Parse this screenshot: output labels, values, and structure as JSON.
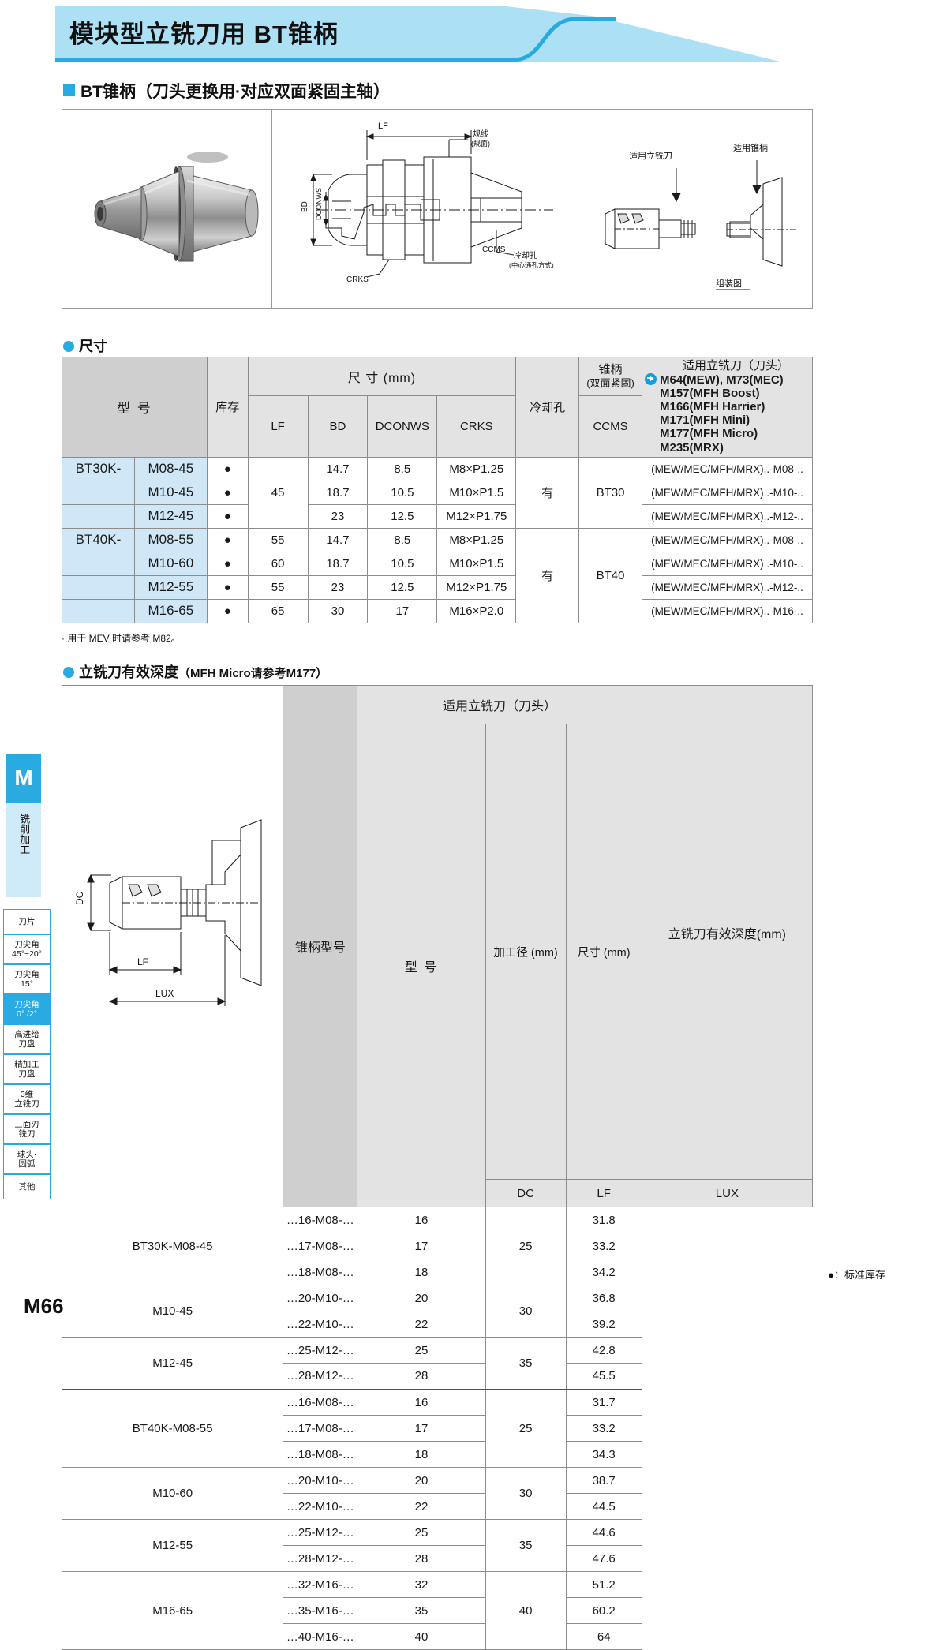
{
  "header": {
    "title": "模块型立铣刀用 BT锥柄",
    "accent": "#29abe2",
    "band_bg": "#ace0f4"
  },
  "section1": {
    "title": "BT锥柄（刀头更换用·对应双面紧固主轴）"
  },
  "figure_labels": {
    "lf": "LF",
    "bd": "BD",
    "dconws": "DCONWS",
    "crks": "CRKS",
    "ccms": "CCMS",
    "gauge_line": "规线",
    "gauge_line_sub": "(规面)",
    "coolant": "冷却孔",
    "coolant_sub": "(中心通孔方式)",
    "applicable_endmill": "适用立铣刀",
    "applicable_shank": "适用锥柄",
    "assembly": "组装图"
  },
  "section2": {
    "title": "尺寸"
  },
  "table1": {
    "headers": {
      "model": "型  号",
      "stock": "库存",
      "dimensions": "尺  寸 (mm)",
      "lf": "LF",
      "bd": "BD",
      "dconws": "DCONWS",
      "crks": "CRKS",
      "coolant_hole": "冷却孔",
      "shank": "锥柄",
      "shank_sub": "(双面紧固)",
      "ccms": "CCMS",
      "applicable_title": "适用立铣刀（刀头）",
      "applicable_models": [
        "M64(MEW), M73(MEC)",
        "M157(MFH Boost)",
        "M166(MFH Harrier)",
        "M171(MFH Mini)",
        "M177(MFH Micro)",
        "M235(MRX)"
      ]
    },
    "rows": [
      {
        "series": "BT30K-",
        "model": "M08-45",
        "stock": "●",
        "lf": "",
        "bd": "14.7",
        "dconws": "8.5",
        "crks": "M8×P1.25",
        "coolant": "",
        "ccms": "",
        "applicable": "(MEW/MEC/MFH/MRX)..-M08-.."
      },
      {
        "series": "",
        "model": "M10-45",
        "stock": "●",
        "lf": "45",
        "bd": "18.7",
        "dconws": "10.5",
        "crks": "M10×P1.5",
        "coolant": "有",
        "ccms": "BT30",
        "applicable": "(MEW/MEC/MFH/MRX)..-M10-.."
      },
      {
        "series": "",
        "model": "M12-45",
        "stock": "●",
        "lf": "",
        "bd": "23",
        "dconws": "12.5",
        "crks": "M12×P1.75",
        "coolant": "",
        "ccms": "",
        "applicable": "(MEW/MEC/MFH/MRX)..-M12-.."
      },
      {
        "series": "BT40K-",
        "model": "M08-55",
        "stock": "●",
        "lf": "55",
        "bd": "14.7",
        "dconws": "8.5",
        "crks": "M8×P1.25",
        "coolant": "",
        "ccms": "",
        "applicable": "(MEW/MEC/MFH/MRX)..-M08-.."
      },
      {
        "series": "",
        "model": "M10-60",
        "stock": "●",
        "lf": "60",
        "bd": "18.7",
        "dconws": "10.5",
        "crks": "M10×P1.5",
        "coolant": "有",
        "ccms": "BT40",
        "applicable": "(MEW/MEC/MFH/MRX)..-M10-.."
      },
      {
        "series": "",
        "model": "M12-55",
        "stock": "●",
        "lf": "55",
        "bd": "23",
        "dconws": "12.5",
        "crks": "M12×P1.75",
        "coolant": "",
        "ccms": "",
        "applicable": "(MEW/MEC/MFH/MRX)..-M12-.."
      },
      {
        "series": "",
        "model": "M16-65",
        "stock": "●",
        "lf": "65",
        "bd": "30",
        "dconws": "17",
        "crks": "M16×P2.0",
        "coolant": "",
        "ccms": "",
        "applicable": "(MEW/MEC/MFH/MRX)..-M16-.."
      }
    ],
    "footnote": "· 用于 MEV 时请参考 M82。",
    "footnote_plain": "· 用于 MEV 时请参考 ",
    "footnote_bold": "M82",
    "footnote_tail": "。"
  },
  "section3": {
    "title_plain": "立铣刀有效深度",
    "title_paren": "（MFH Micro请参考M177）"
  },
  "table2": {
    "headers": {
      "shank_model": "锥柄型号",
      "applicable": "适用立铣刀（刀头）",
      "model": "型  号",
      "cut_dia": "加工径 (mm)",
      "dim": "尺寸 (mm)",
      "dc": "DC",
      "lf": "LF",
      "depth": "立铣刀有效深度(mm)",
      "lux": "LUX"
    },
    "figure_labels": {
      "dc": "DC",
      "lf": "LF",
      "lux": "LUX"
    },
    "rows": [
      {
        "holder": "BT30K-M08-45",
        "model": "…16-M08-…",
        "dc": "16",
        "lf": "25",
        "lux": "31.8"
      },
      {
        "holder": "",
        "model": "…17-M08-…",
        "dc": "17",
        "lf": "",
        "lux": "33.2"
      },
      {
        "holder": "",
        "model": "…18-M08-…",
        "dc": "18",
        "lf": "",
        "lux": "34.2"
      },
      {
        "holder": "M10-45",
        "model": "…20-M10-…",
        "dc": "20",
        "lf": "30",
        "lux": "36.8"
      },
      {
        "holder": "",
        "model": "…22-M10-…",
        "dc": "22",
        "lf": "",
        "lux": "39.2"
      },
      {
        "holder": "M12-45",
        "model": "…25-M12-…",
        "dc": "25",
        "lf": "35",
        "lux": "42.8"
      },
      {
        "holder": "",
        "model": "…28-M12-…",
        "dc": "28",
        "lf": "",
        "lux": "45.5"
      },
      {
        "holder": "BT40K-M08-55",
        "model": "…16-M08-…",
        "dc": "16",
        "lf": "25",
        "lux": "31.7"
      },
      {
        "holder": "",
        "model": "…17-M08-…",
        "dc": "17",
        "lf": "",
        "lux": "33.2"
      },
      {
        "holder": "",
        "model": "…18-M08-…",
        "dc": "18",
        "lf": "",
        "lux": "34.3"
      },
      {
        "holder": "M10-60",
        "model": "…20-M10-…",
        "dc": "20",
        "lf": "30",
        "lux": "38.7"
      },
      {
        "holder": "",
        "model": "…22-M10-…",
        "dc": "22",
        "lf": "",
        "lux": "44.5"
      },
      {
        "holder": "M12-55",
        "model": "…25-M12-…",
        "dc": "25",
        "lf": "35",
        "lux": "44.6"
      },
      {
        "holder": "",
        "model": "…28-M12-…",
        "dc": "28",
        "lf": "",
        "lux": "47.6"
      },
      {
        "holder": "M16-65",
        "model": "…32-M16-…",
        "dc": "32",
        "lf": "40",
        "lux": "51.2"
      },
      {
        "holder": "",
        "model": "…35-M16-…",
        "dc": "35",
        "lf": "",
        "lux": "60.2"
      },
      {
        "holder": "",
        "model": "…40-M16-…",
        "dc": "40",
        "lf": "",
        "lux": "64"
      }
    ]
  },
  "sidebar": {
    "letter": "M",
    "category": "铣削加工",
    "items": [
      {
        "label": "刀片",
        "active": false
      },
      {
        "label": "刀尖角\n45°~20°",
        "active": false
      },
      {
        "label": "刀尖角\n15°",
        "active": false
      },
      {
        "label": "刀尖角\n0° /2°",
        "active": true
      },
      {
        "label": "高进给\n刀盘",
        "active": false
      },
      {
        "label": "精加工\n刀盘",
        "active": false
      },
      {
        "label": "3维\n立铣刀",
        "active": false
      },
      {
        "label": "三面刃\n铣刀",
        "active": false
      },
      {
        "label": "球头·\n圆弧",
        "active": false
      },
      {
        "label": "其他",
        "active": false
      }
    ]
  },
  "footer": {
    "stock_note": "●：标准库存",
    "page": "M66"
  }
}
